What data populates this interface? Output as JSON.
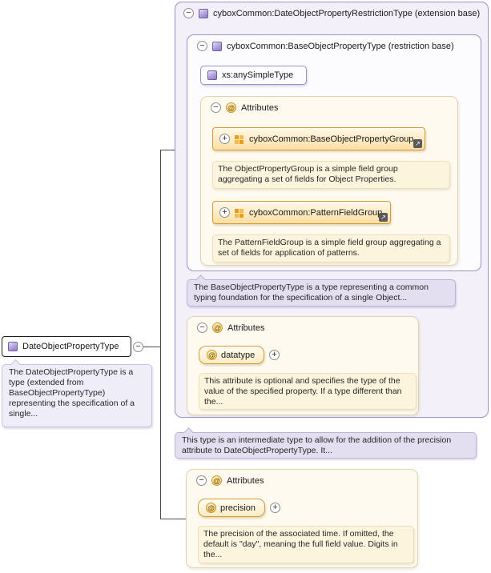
{
  "colors": {
    "purple_border": "#9C92C8",
    "purple_fill": "#F3F0FA",
    "orange_border": "#D79A35",
    "cream_fill": "#FEFAEF",
    "callout_fill": "#E3DEF0"
  },
  "icons": {
    "collapse": "−",
    "expand": "+",
    "at": "@",
    "reference": "↗"
  },
  "root": {
    "label": "DateObjectPropertyType",
    "note": "The DateObjectPropertyType is a type (extended from BaseObjectPropertyType) representing the specification of a single..."
  },
  "extension": {
    "title": "cyboxCommon:DateObjectPropertyRestrictionType (extension base)",
    "restriction": {
      "title": "cyboxCommon:BaseObjectPropertyType (restriction base)",
      "base_type": "xs:anySimpleType",
      "attributes_title": "Attributes",
      "groups": [
        {
          "label": "cyboxCommon:BaseObjectPropertyGroup",
          "note": "The ObjectPropertyGroup is a simple field group aggregating a set of fields for Object Properties."
        },
        {
          "label": "cyboxCommon:PatternFieldGroup",
          "note": "The PatternFieldGroup is a simple field group aggregating a set of fields for application of patterns."
        }
      ],
      "note": "The BaseObjectPropertyType is a type representing a common typing foundation for the specification of a single Object..."
    },
    "attributes": {
      "title": "Attributes",
      "name": "datatype",
      "note": "This attribute is optional and specifies the type of the value of the specified property. If a type different than the..."
    }
  },
  "intermediate_note": "This type is an intermediate type to allow for the addition of the precision attribute to DateObjectPropertyType. It...",
  "precision": {
    "title": "Attributes",
    "name": "precision",
    "note": "The precision of the associated time. If omitted, the default is \"day\", meaning the full field value. Digits in the..."
  }
}
